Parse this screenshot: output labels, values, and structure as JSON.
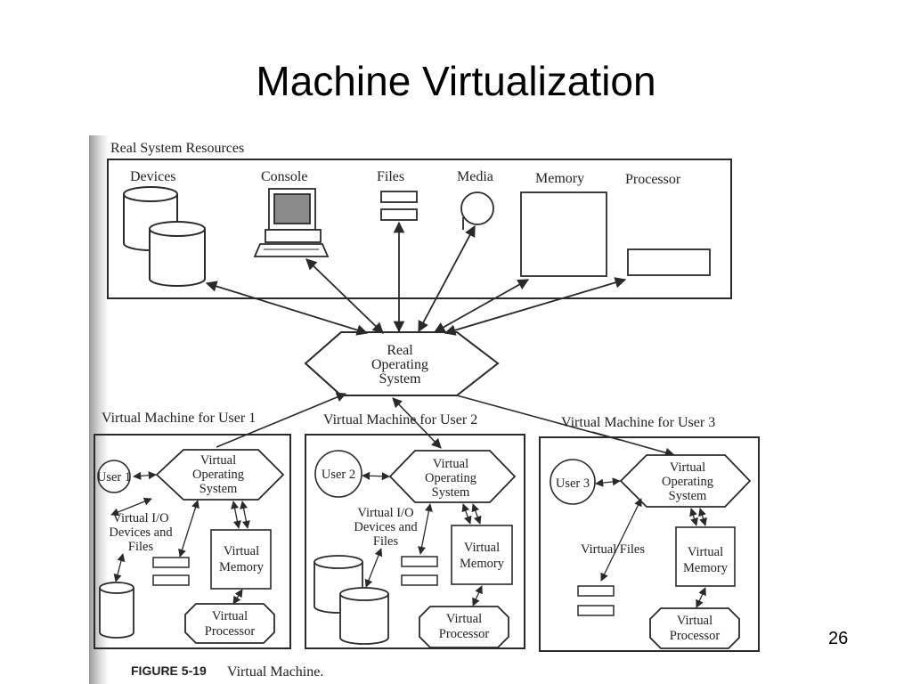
{
  "slide": {
    "title": "Machine Virtualization",
    "page_number": "26"
  },
  "figure": {
    "real_resources": {
      "title": "Real System Resources",
      "labels": [
        "Devices",
        "Console",
        "Files",
        "Media",
        "Memory",
        "Processor"
      ]
    },
    "real_os": [
      "Real",
      "Operating",
      "System"
    ],
    "vm1": {
      "title": "Virtual Machine for User 1",
      "user": "User 1",
      "vos": [
        "Virtual",
        "Operating",
        "System"
      ],
      "io": [
        "Virtual I/O",
        "Devices and",
        "Files"
      ],
      "memory": [
        "Virtual",
        "Memory"
      ],
      "processor": [
        "Virtual",
        "Processor"
      ]
    },
    "vm2": {
      "title": "Virtual Machine for User 2",
      "user": "User 2",
      "vos": [
        "Virtual",
        "Operating",
        "System"
      ],
      "io": [
        "Virtual I/O",
        "Devices and",
        "Files"
      ],
      "memory": [
        "Virtual",
        "Memory"
      ],
      "processor": [
        "Virtual",
        "Processor"
      ]
    },
    "vm3": {
      "title": "Virtual Machine for User 3",
      "user": "User 3",
      "vos": [
        "Virtual",
        "Operating",
        "System"
      ],
      "files": "Virtual Files",
      "memory": [
        "Virtual",
        "Memory"
      ],
      "processor": [
        "Virtual",
        "Processor"
      ]
    },
    "caption": {
      "number": "FIGURE 5-19",
      "text": "Virtual Machine."
    },
    "colors": {
      "ink": "#2a2a2a",
      "binding_shadow": "#c8c8c8",
      "monitor_screen": "#8a8a8a"
    }
  }
}
